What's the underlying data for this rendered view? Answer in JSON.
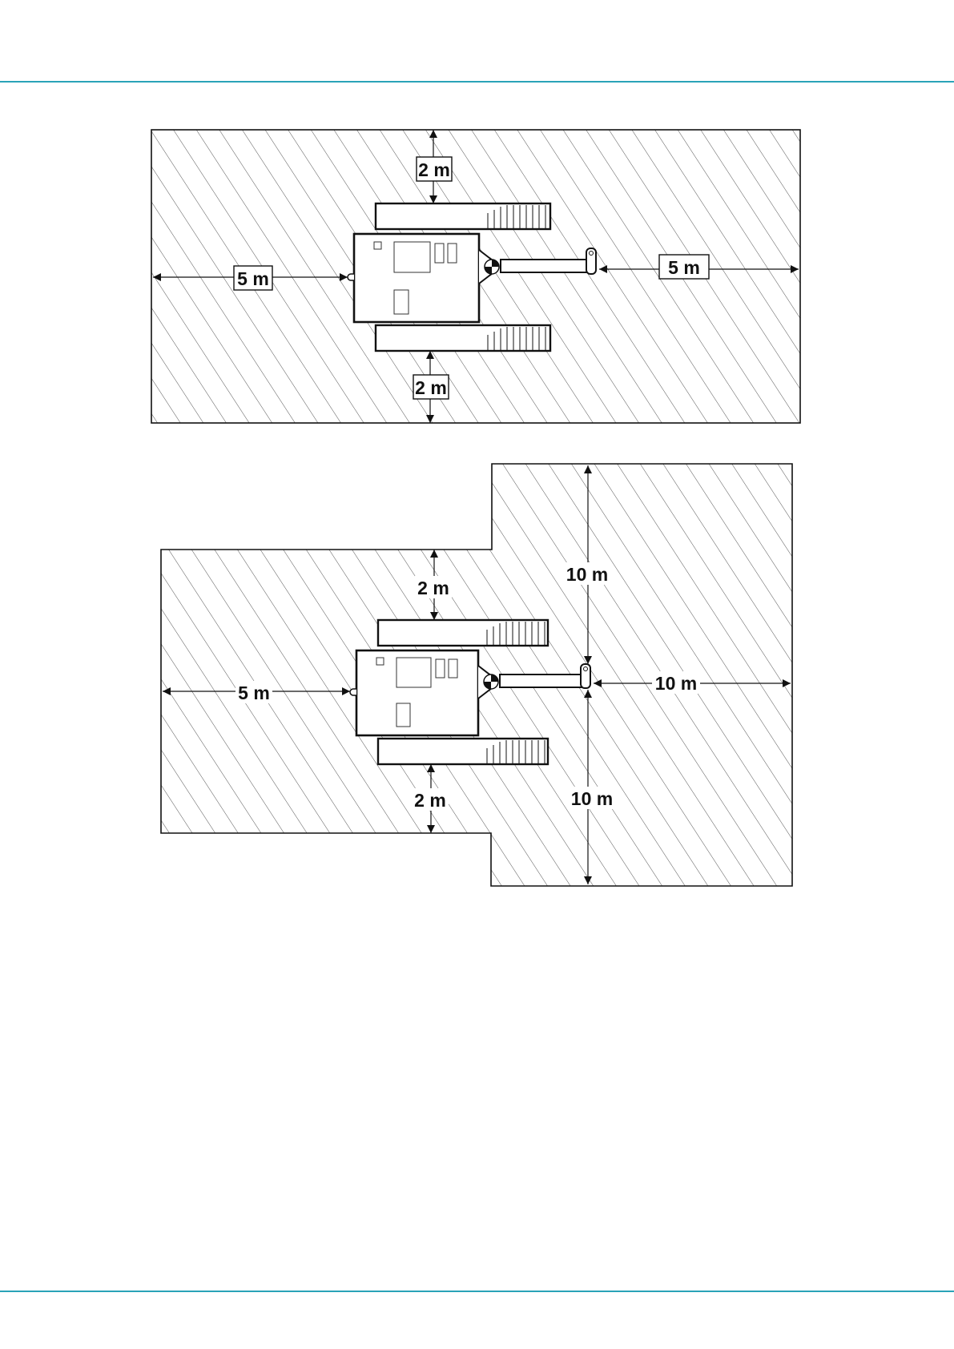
{
  "colors": {
    "rule": "#2aa3b8",
    "ink": "#111111",
    "hatch": "#555555",
    "background": "#ffffff"
  },
  "top_diagram": {
    "label_top": "2 m",
    "label_bottom": "2 m",
    "label_left": "5 m",
    "label_right": "5 m"
  },
  "bottom_diagram": {
    "label_top": "2 m",
    "label_bottom": "2 m",
    "label_left": "5 m",
    "label_right": "10 m",
    "label_boom_up": "10 m",
    "label_boom_down": "10 m"
  }
}
